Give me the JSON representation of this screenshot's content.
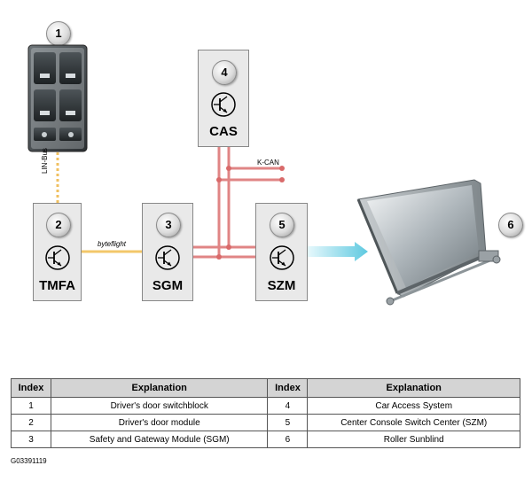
{
  "diagram": {
    "modules": {
      "switchblock": {
        "index": "1"
      },
      "tmfa": {
        "index": "2",
        "label": "TMFA"
      },
      "sgm": {
        "index": "3",
        "label": "SGM"
      },
      "cas": {
        "index": "4",
        "label": "CAS"
      },
      "szm": {
        "index": "5",
        "label": "SZM"
      },
      "sunblind": {
        "index": "6"
      }
    },
    "buses": {
      "lin": "LIN-Bus",
      "byteflight": "byteflight",
      "kcan": "K-CAN"
    }
  },
  "table": {
    "headers": [
      "Index",
      "Explanation",
      "Index",
      "Explanation"
    ],
    "rows": [
      [
        "1",
        "Driver's door switchblock",
        "4",
        "Car Access System"
      ],
      [
        "2",
        "Driver's door module",
        "5",
        "Center Console Switch Center (SZM)"
      ],
      [
        "3",
        "Safety and Gateway Module (SGM)",
        "6",
        "Roller Sunblind"
      ]
    ]
  },
  "figure_id": "G03391119"
}
